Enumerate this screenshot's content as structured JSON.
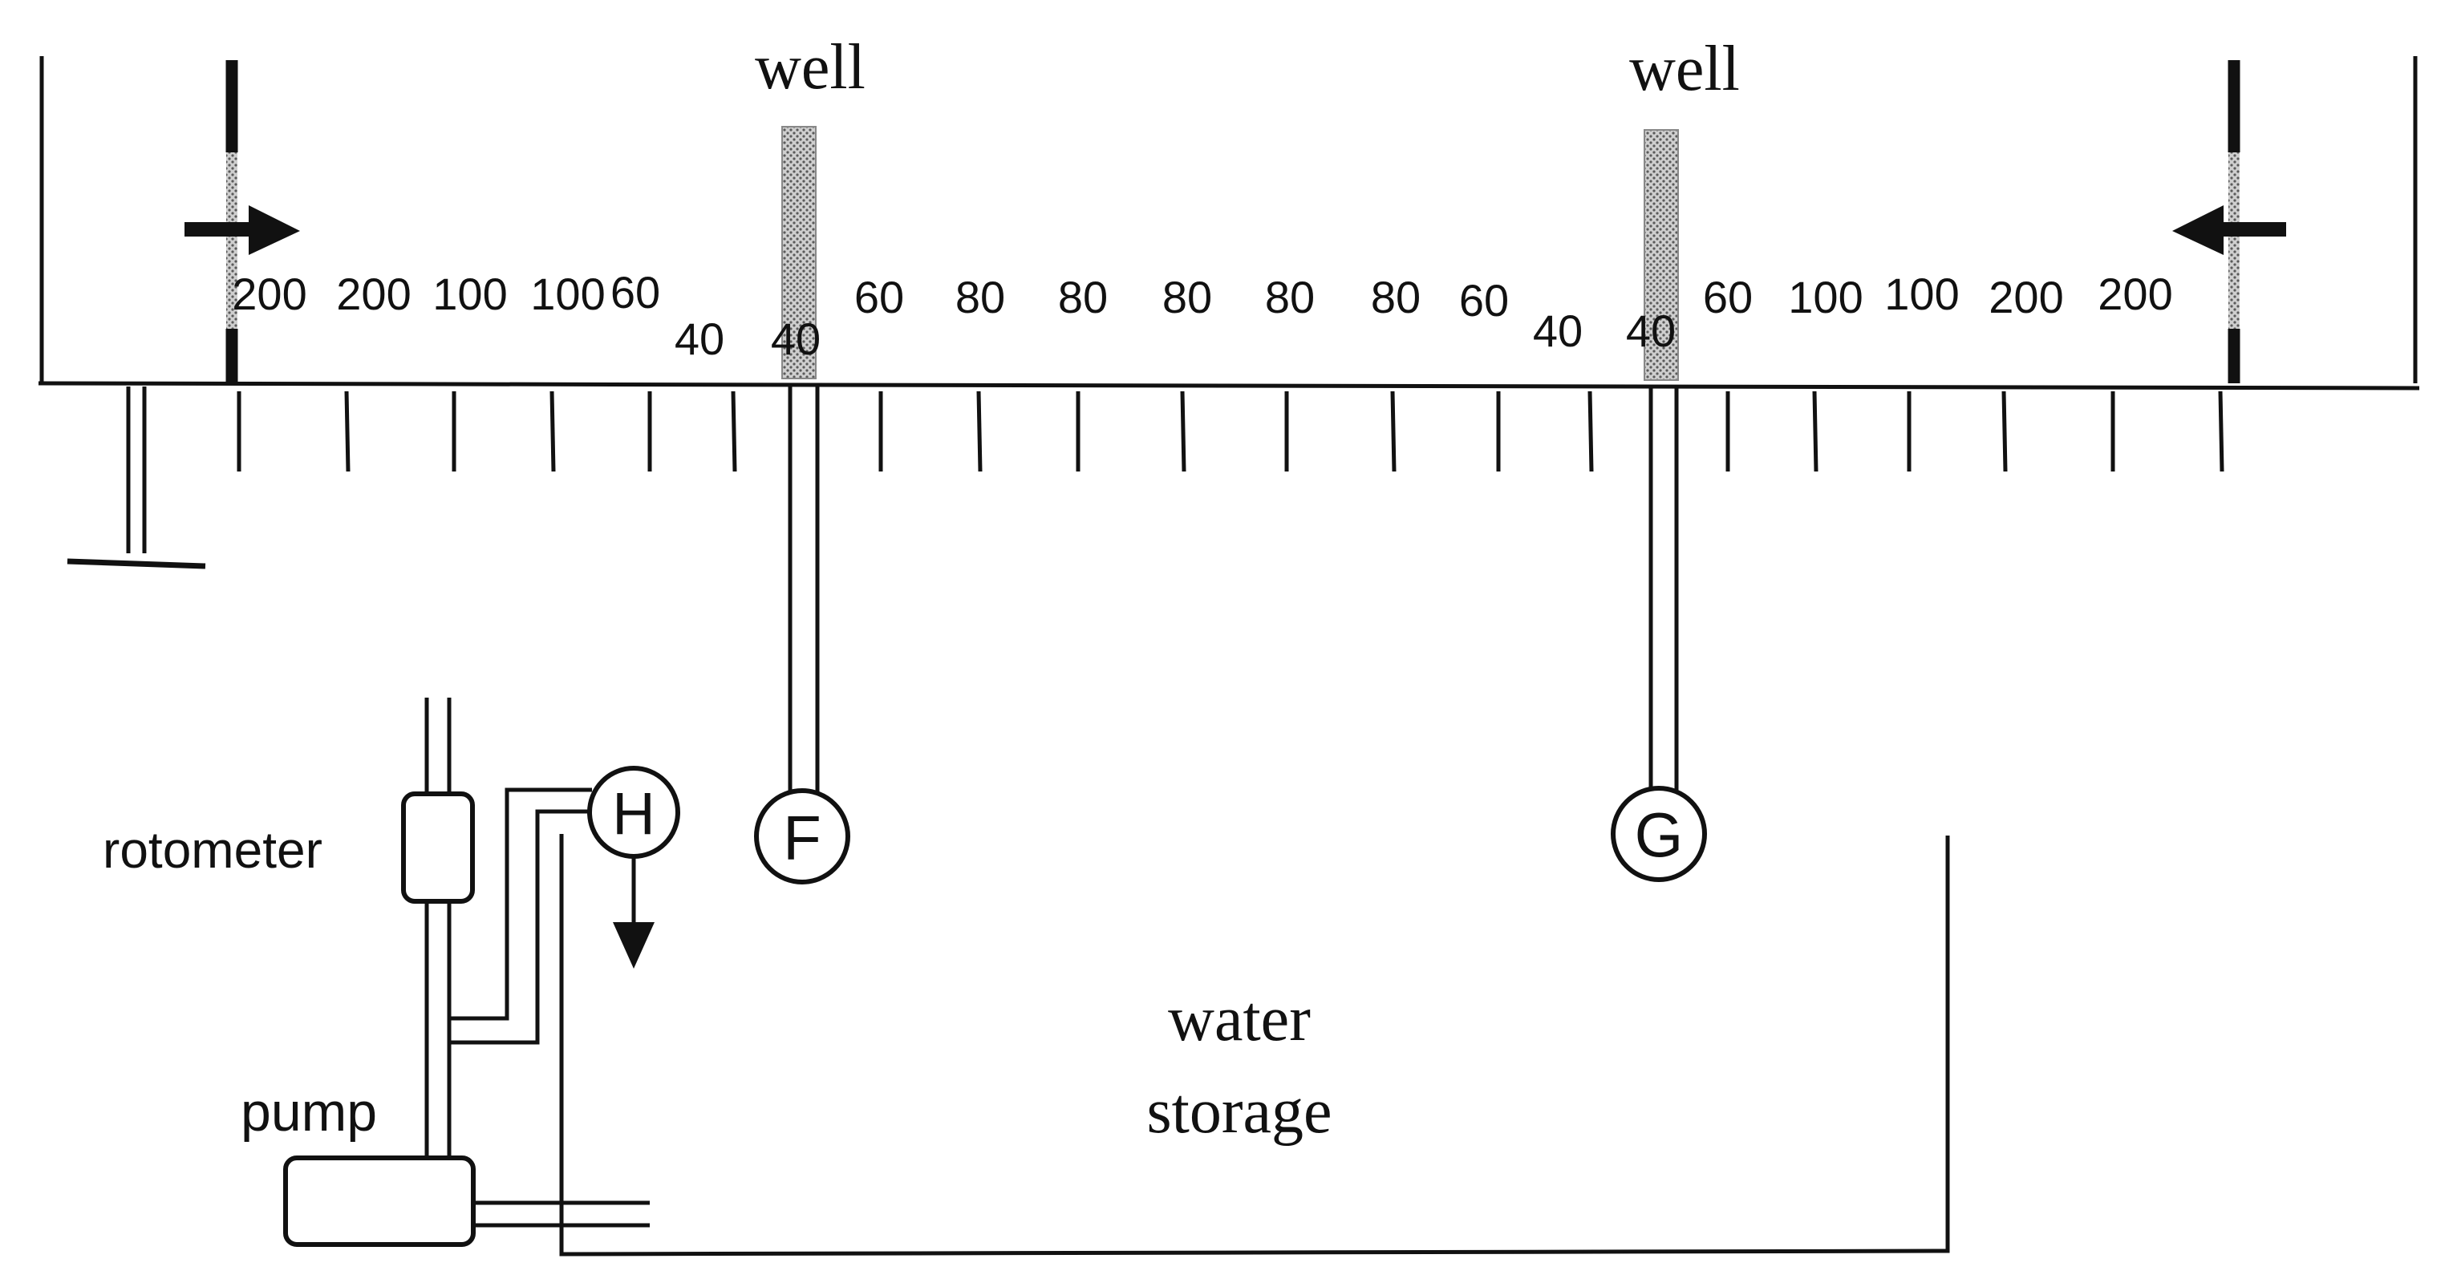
{
  "wells": [
    {
      "label": "well"
    },
    {
      "label": "well"
    }
  ],
  "spacing_labels": [
    "200",
    "200",
    "100",
    "100",
    "60",
    "40",
    "40",
    "60",
    "80",
    "80",
    "80",
    "80",
    "80",
    "60",
    "40",
    "40",
    "60",
    "100",
    "100",
    "200",
    "200"
  ],
  "nodes": {
    "f": "F",
    "g": "G",
    "h": "H"
  },
  "labels": {
    "rotometer": "rotometer",
    "pump": "pump",
    "water_line1": "water",
    "water_line2": "storage"
  }
}
